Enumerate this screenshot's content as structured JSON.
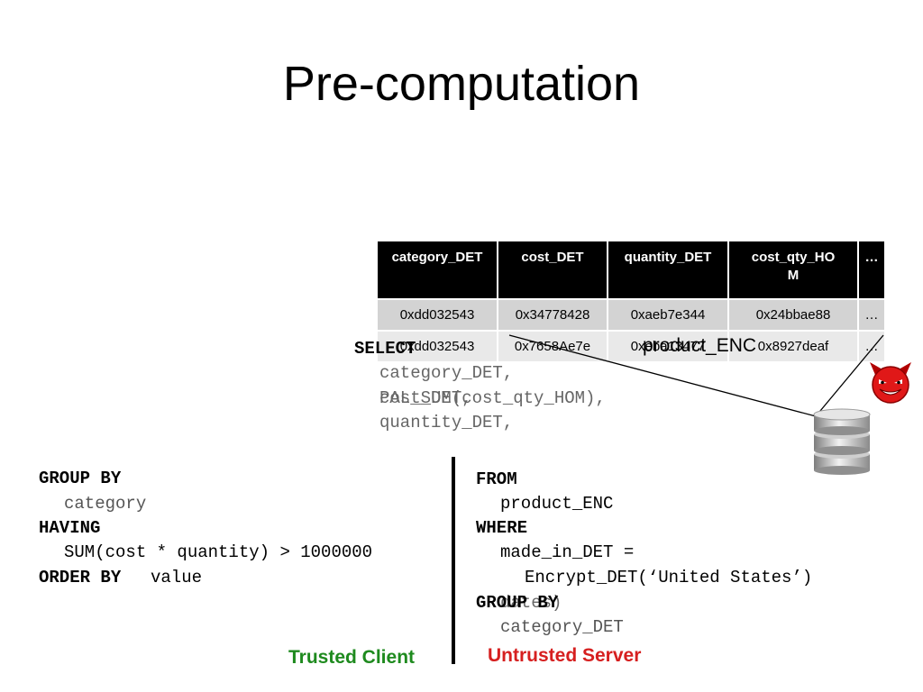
{
  "slide": {
    "title": "Pre-computation"
  },
  "table": {
    "headers": [
      "category_DET",
      "cost_DET",
      "quantity_DET",
      "cost_qty_HO\nM",
      "…"
    ],
    "rows": [
      [
        "0xdd032543",
        "0x34778428",
        "0xaeb7e344",
        "0x24bbae88",
        "…"
      ],
      [
        "0xdd032543",
        "0x7658Ae7e",
        "0xeba13477",
        "0x8927deaf",
        "…"
      ]
    ]
  },
  "server_query": {
    "select_kw": "SELECT",
    "select_line1": "category_DET,",
    "select_line2_a": "cost_DET,",
    "select_line2_b": "PAL_SUM(cost_qty_HOM),",
    "select_line3": "quantity_DET,",
    "from_kw": "FROM",
    "from_table": "product_ENC",
    "where_kw": "WHERE",
    "where_line1": "made_in_DET =",
    "where_line2": "Encrypt_DET(‘United States’)",
    "where_overlap": "dates)",
    "group_kw": "GROUP BY",
    "group_value": "category_DET"
  },
  "client_query": {
    "group_kw": "GROUP BY",
    "group_value": "category",
    "having_kw": "HAVING",
    "having_value": "SUM(cost * quantity) > 1000000",
    "order_kw": "ORDER BY",
    "order_value": "value"
  },
  "labels": {
    "product_enc": "product_ENC",
    "trusted": "Trusted Client",
    "untrusted": "Untrusted Server"
  },
  "icons": {
    "attacker": "devil-face-icon",
    "database": "database-icon"
  },
  "colors": {
    "trusted": "#1e8a1e",
    "untrusted": "#d61f1f",
    "table_header": "#000000"
  }
}
